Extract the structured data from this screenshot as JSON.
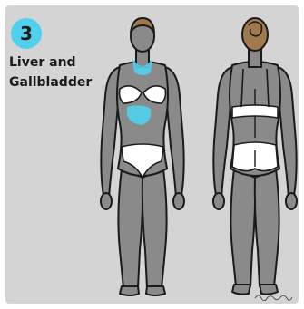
{
  "step": {
    "number": "3",
    "title": "Liver and\nGallbladder"
  },
  "colors": {
    "background": "#d4d4d4",
    "accent": "#4fd0ec",
    "body": "#8a8a8a",
    "hair": "#a07a4a",
    "outline": "#1a1a1a",
    "underwear": "#ffffff"
  },
  "figures": [
    {
      "view": "front",
      "highlighted_areas": [
        "neck",
        "abdomen"
      ]
    },
    {
      "view": "back",
      "highlighted_areas": []
    }
  ]
}
